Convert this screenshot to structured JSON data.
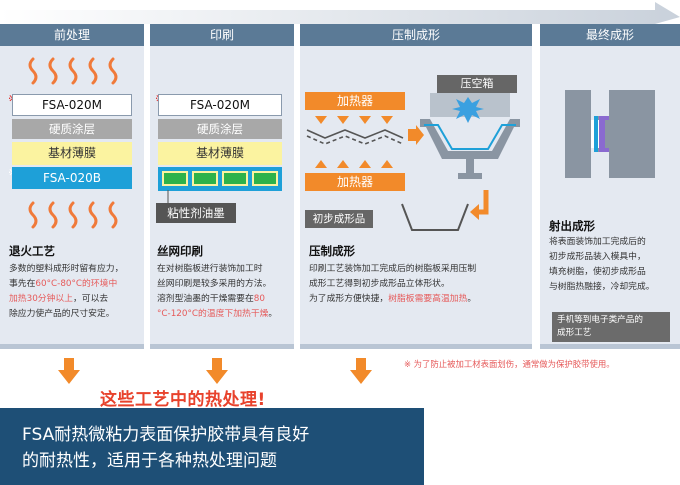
{
  "stages": [
    {
      "title": "前处理",
      "film_top": "FSA-020M",
      "layer_coating": "硬质涂层",
      "layer_base": "基材薄膜",
      "film_bottom": "FSA-020B",
      "mark": "※",
      "section_title": "退火工艺",
      "desc_1": "多数的塑料成形时留有应力，",
      "desc_2a": "事先在",
      "desc_2b": "60°C-80°C的环境中",
      "desc_3a": "加热30分钟以上",
      "desc_3b": "，可以去",
      "desc_4": "除应力使产品的尺寸安定。"
    },
    {
      "title": "印刷",
      "film_top": "FSA-020M",
      "layer_coating": "硬质涂层",
      "layer_base": "基材薄膜",
      "ink_label": "粘性剂油墨",
      "mark": "※",
      "section_title": "丝网印刷",
      "desc_1": "在对树脂板进行装饰加工时",
      "desc_2": "丝网印刷是较多采用的方法。",
      "desc_3a": "溶剂型油墨的干燥需要在",
      "desc_3b": "80",
      "desc_4a": "°C-120°C的温度下加热干燥",
      "desc_4b": "。"
    },
    {
      "title": "压制成形",
      "heater_top": "加热器",
      "heater_bottom": "加热器",
      "air_box": "压空箱",
      "preform_label": "初步成形品",
      "mark": "※",
      "section_title": "压制成形",
      "desc_1": "印刷工艺装饰加工完成后的树脂板采用压制",
      "desc_2": "成形工艺得到初步成形品立体形状。",
      "desc_3a": "为了成形方便快捷，",
      "desc_3b": "树脂板需要高温加热",
      "desc_3c": "。"
    },
    {
      "title": "最终成形",
      "section_title": "射出成形",
      "desc_1": "将表面装饰加工完成后的",
      "desc_2": "初步成形品装入模具中，",
      "desc_3": "填充树脂，使初步成形品",
      "desc_4": "与树脂热融接，冷却完成。",
      "note_1": "手机等到电子类产品的",
      "note_2": "成形工艺"
    }
  ],
  "footnote": "※ 为了防止被加工材表面划伤，通常做为保护胶带使用。",
  "headline": "这些工艺中的热处理!",
  "banner_line1": "FSA耐热微粘力表面保护胶带具有良好",
  "banner_line2": "的耐热性，适用于各种热处理问题",
  "colors": {
    "header": "#5b7a96",
    "panel": "#e4e9f1",
    "orange": "#f28a2a",
    "blue": "#1ea0d8",
    "banner": "#1e4f76",
    "red_text": "#e65a5a"
  }
}
